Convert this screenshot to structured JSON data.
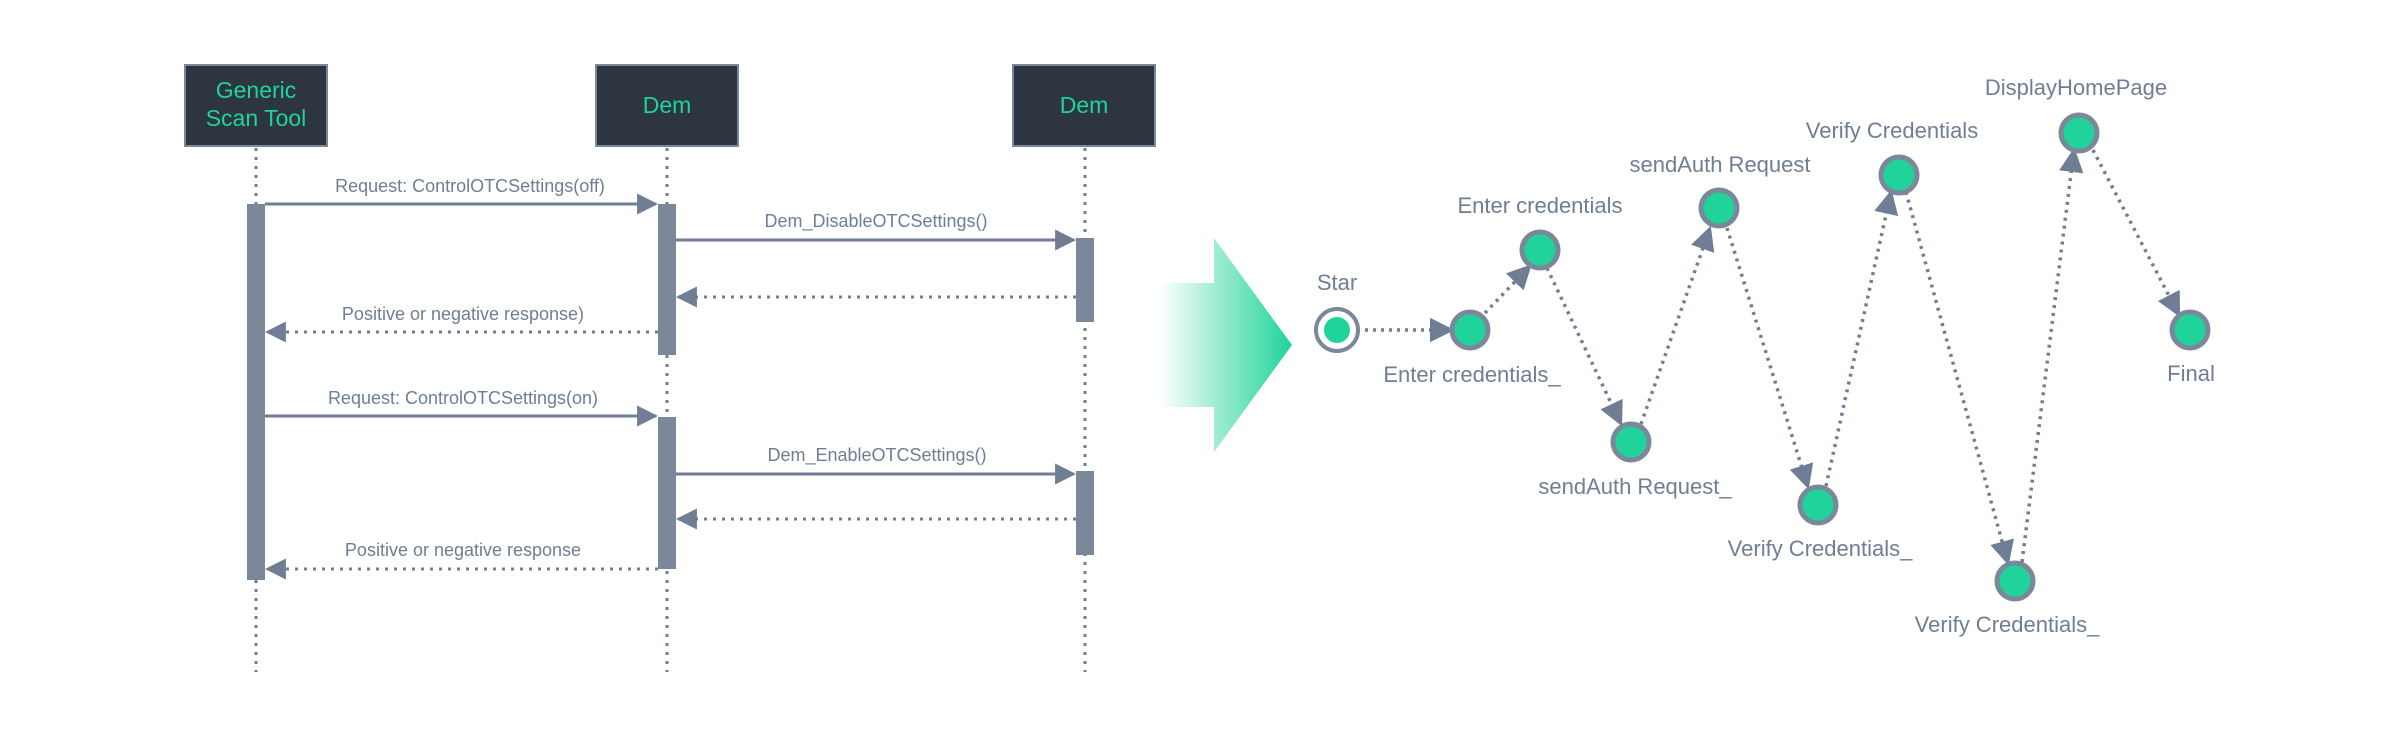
{
  "sequence_diagram": {
    "participants": [
      {
        "id": "tool",
        "label_lines": [
          "Generic",
          "Scan Tool"
        ]
      },
      {
        "id": "dem1",
        "label_lines": [
          "Dem"
        ]
      },
      {
        "id": "dem2",
        "label_lines": [
          "Dem"
        ]
      }
    ],
    "messages": [
      {
        "id": "req-off",
        "from": "tool",
        "to": "dem1",
        "label": "Request: ControlOTCSettings(off)",
        "style": "solid"
      },
      {
        "id": "disable-call",
        "from": "dem1",
        "to": "dem2",
        "label": "Dem_DisableOTCSettings()",
        "style": "solid"
      },
      {
        "id": "disable-return",
        "from": "dem2",
        "to": "dem1",
        "label": "",
        "style": "dotted"
      },
      {
        "id": "resp-off",
        "from": "dem1",
        "to": "tool",
        "label": "Positive or negative response)",
        "style": "dotted"
      },
      {
        "id": "req-on",
        "from": "tool",
        "to": "dem1",
        "label": "Request: ControlOTCSettings(on)",
        "style": "solid"
      },
      {
        "id": "enable-call",
        "from": "dem1",
        "to": "dem2",
        "label": "Dem_EnableOTCSettings()",
        "style": "solid"
      },
      {
        "id": "enable-return",
        "from": "dem2",
        "to": "dem1",
        "label": "",
        "style": "dotted"
      },
      {
        "id": "resp-on",
        "from": "dem1",
        "to": "tool",
        "label": "Positive or negative response",
        "style": "dotted"
      }
    ]
  },
  "state_machine": {
    "states": [
      {
        "id": "star",
        "label": "Star",
        "kind": "start"
      },
      {
        "id": "enter1",
        "label": "Enter credentials_",
        "kind": "state"
      },
      {
        "id": "enter2",
        "label": "Enter credentials",
        "kind": "state"
      },
      {
        "id": "auth1",
        "label": "sendAuth Request_",
        "kind": "state"
      },
      {
        "id": "auth2",
        "label": "sendAuth Request",
        "kind": "state"
      },
      {
        "id": "verify1",
        "label": "Verify Credentials_",
        "kind": "state"
      },
      {
        "id": "verify2",
        "label": "Verify Credentials",
        "kind": "state"
      },
      {
        "id": "verify3",
        "label": "Verify Credentials_",
        "kind": "state"
      },
      {
        "id": "display",
        "label": "DisplayHomePage",
        "kind": "state"
      },
      {
        "id": "final",
        "label": "Final",
        "kind": "state"
      }
    ],
    "transitions": [
      [
        "star",
        "enter1"
      ],
      [
        "enter1",
        "enter2"
      ],
      [
        "enter2",
        "auth1"
      ],
      [
        "auth1",
        "auth2"
      ],
      [
        "auth2",
        "verify1"
      ],
      [
        "verify1",
        "verify2"
      ],
      [
        "verify2",
        "verify3"
      ],
      [
        "verify3",
        "display"
      ],
      [
        "display",
        "final"
      ]
    ]
  },
  "colors": {
    "accent": "#1fd39a",
    "line": "#6f7e94",
    "header_bg": "#2d3640",
    "activation": "#7b889a"
  }
}
